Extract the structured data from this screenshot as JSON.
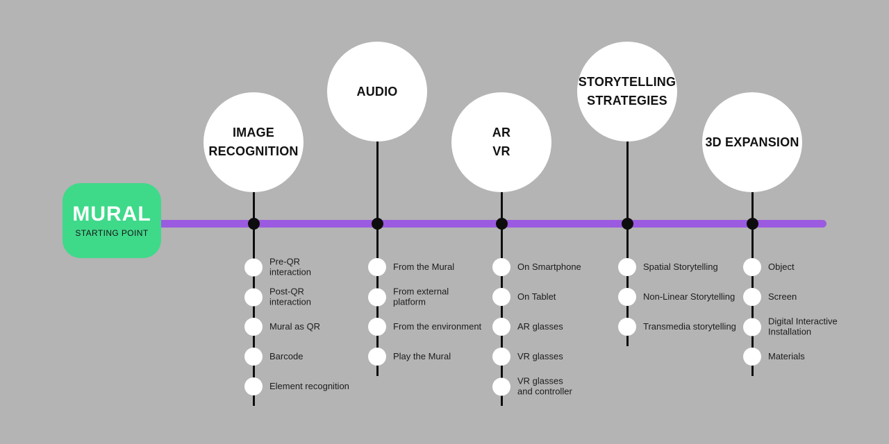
{
  "background_color": "#b4b4b4",
  "start": {
    "title": "MURAL",
    "subtitle": "STARTING POINT",
    "color": "#3fd98a"
  },
  "timeline": {
    "color": "#9b5be0"
  },
  "branches": [
    {
      "label": "IMAGE\nRECOGNITION",
      "items": [
        "Pre-QR\ninteraction",
        "Post-QR\ninteraction",
        "Mural as QR",
        "Barcode",
        "Element recognition"
      ]
    },
    {
      "label": "AUDIO",
      "items": [
        "From the Mural",
        "From external\nplatform",
        "From the environment",
        "Play the Mural"
      ]
    },
    {
      "label": "AR\nVR",
      "items": [
        "On Smartphone",
        "On Tablet",
        "AR glasses",
        "VR glasses",
        "VR glasses\nand controller"
      ]
    },
    {
      "label": "STORYTELLING\nSTRATEGIES",
      "items": [
        "Spatial Storytelling",
        "Non-Linear Storytelling",
        "Transmedia storytelling"
      ]
    },
    {
      "label": "3D EXPANSION",
      "items": [
        "Object",
        "Screen",
        "Digital Interactive\nInstallation",
        "Materials"
      ]
    }
  ]
}
